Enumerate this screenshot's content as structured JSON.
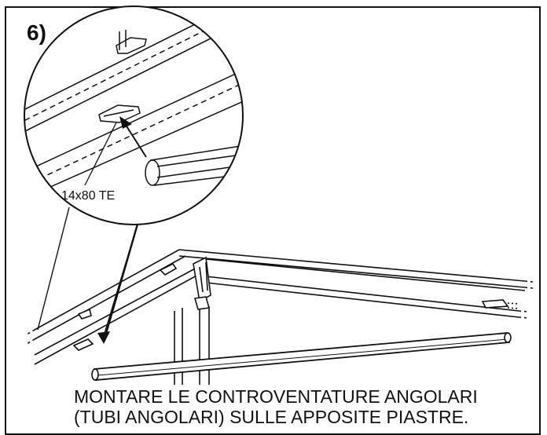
{
  "step_label": "6)",
  "callout_label": "14x80  TE",
  "caption_lines": [
    "MONTARE LE CONTROVENTATURE ANGOLARI",
    "(TUBI ANGOLARI) SULLE APPOSITE PIASTRE."
  ]
}
